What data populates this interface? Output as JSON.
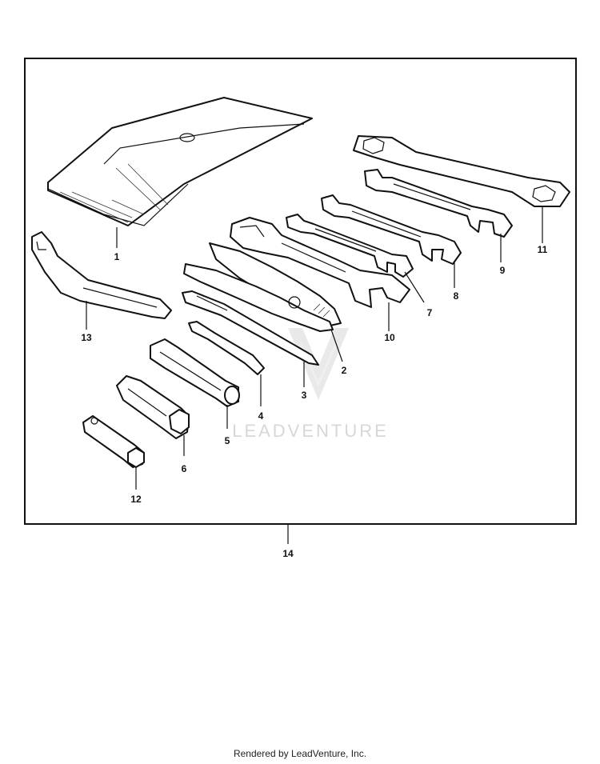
{
  "diagram": {
    "callouts": [
      "1",
      "2",
      "3",
      "4",
      "5",
      "6",
      "7",
      "8",
      "9",
      "10",
      "11",
      "12",
      "13",
      "14"
    ],
    "watermark": "LEADVENTURE"
  },
  "footer": {
    "text": "Rendered by LeadVenture, Inc."
  }
}
